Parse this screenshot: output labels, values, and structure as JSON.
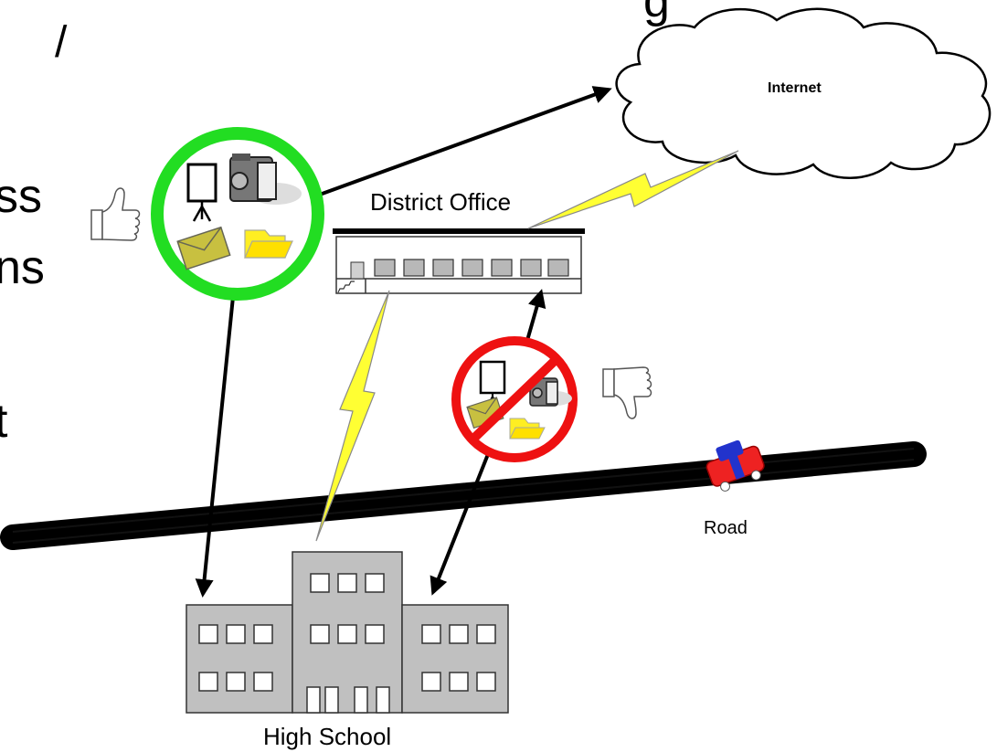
{
  "cloud_label": "Internet",
  "district_office_label": "District Office",
  "road_label": "Road",
  "high_school_label": "High School",
  "slide_text_fragments": [
    "ss",
    "ns",
    "t",
    "g"
  ],
  "icons": {
    "allowed_group": [
      "projector-screen-icon",
      "video-camera-icon",
      "envelope-icon",
      "folder-icon"
    ],
    "blocked_group": [
      "projector-screen-icon",
      "video-camera-icon",
      "envelope-icon",
      "folder-icon"
    ],
    "approve": "thumbs-up-icon",
    "reject": "thumbs-down-icon",
    "vehicle": "car-icon"
  },
  "colors": {
    "allowed_ring": "#22dd22",
    "blocked_ring": "#ee1111",
    "wireless_link": "#ffff33",
    "building": "#c0c0c0",
    "road": "#000000",
    "folder": "#ffee22",
    "envelope": "#c8c040",
    "car": "#ee2222"
  }
}
